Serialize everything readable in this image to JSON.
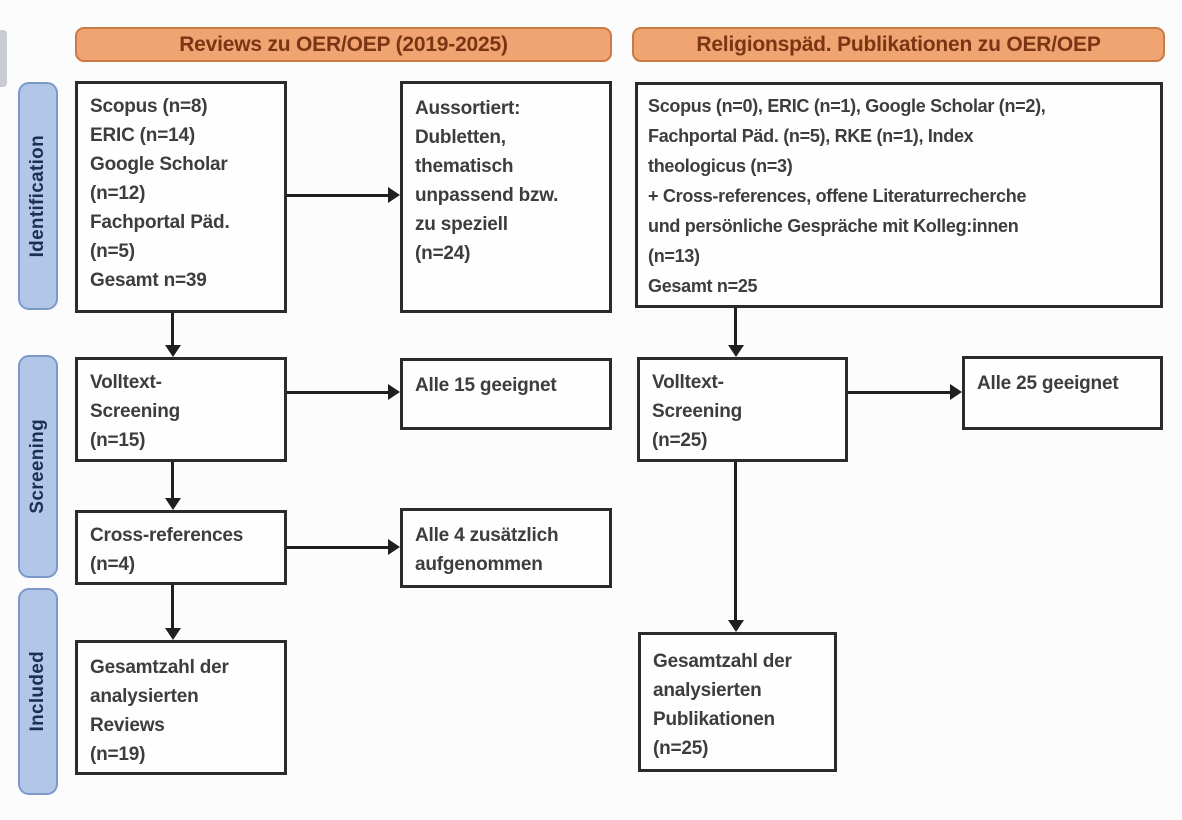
{
  "diagram_title": "PRISMA-style literature flow diagram",
  "colors": {
    "header_bg": "#F0A471",
    "header_border": "#C87B42",
    "header_text": "#7B3514",
    "stage_bg": "#B2C6E7",
    "stage_border": "#7C99C9",
    "stage_text": "#1B2F55",
    "box_border": "#2B2B2B",
    "box_text": "#3D3D3D",
    "arrow": "#1F1F1F"
  },
  "sidebar": {
    "stages": [
      {
        "label": "Identification"
      },
      {
        "label": "Screening"
      },
      {
        "label": "Included"
      }
    ]
  },
  "left": {
    "header": "Reviews zu OER/OEP (2019-2025)",
    "boxes": {
      "identification": "Scopus (n=8)\nERIC (n=14)\nGoogle Scholar\n(n=12)\nFachportal Päd.\n(n=5)\nGesamt n=39",
      "excluded": "Aussortiert:\nDubletten,\nthematisch\nunpassend bzw.\nzu speziell\n(n=24)",
      "fulltext": "Volltext-\nScreening\n(n=15)",
      "fulltext_result": "Alle 15 geeignet",
      "crossref": "Cross-references\n(n=4)",
      "crossref_result": "Alle 4 zusätzlich\naufgenommen",
      "included": "Gesamtzahl der\nanalysierten\nReviews\n(n=19)"
    }
  },
  "right": {
    "header": "Religionspäd. Publikationen zu OER/OEP",
    "boxes": {
      "identification": "Scopus (n=0), ERIC (n=1), Google Scholar (n=2),\nFachportal Päd. (n=5), RKE (n=1), Index\ntheologicus (n=3)\n+ Cross-references, offene Literaturrecherche\nund persönliche Gespräche mit Kolleg:innen\n(n=13)\nGesamt n=25",
      "fulltext": "Volltext-\nScreening\n(n=25)",
      "fulltext_result": "Alle 25 geeignet",
      "included": "Gesamtzahl der\nanalysierten\nPublikationen\n(n=25)"
    }
  },
  "edges": [
    {
      "from": "left-identification",
      "to": "left-excluded"
    },
    {
      "from": "left-identification",
      "to": "left-fulltext"
    },
    {
      "from": "left-fulltext",
      "to": "left-fulltext-result"
    },
    {
      "from": "left-fulltext",
      "to": "left-crossref"
    },
    {
      "from": "left-crossref",
      "to": "left-crossref-result"
    },
    {
      "from": "left-crossref",
      "to": "left-included"
    },
    {
      "from": "right-identification",
      "to": "right-fulltext"
    },
    {
      "from": "right-fulltext",
      "to": "right-fulltext-result"
    },
    {
      "from": "right-fulltext",
      "to": "right-included"
    }
  ]
}
